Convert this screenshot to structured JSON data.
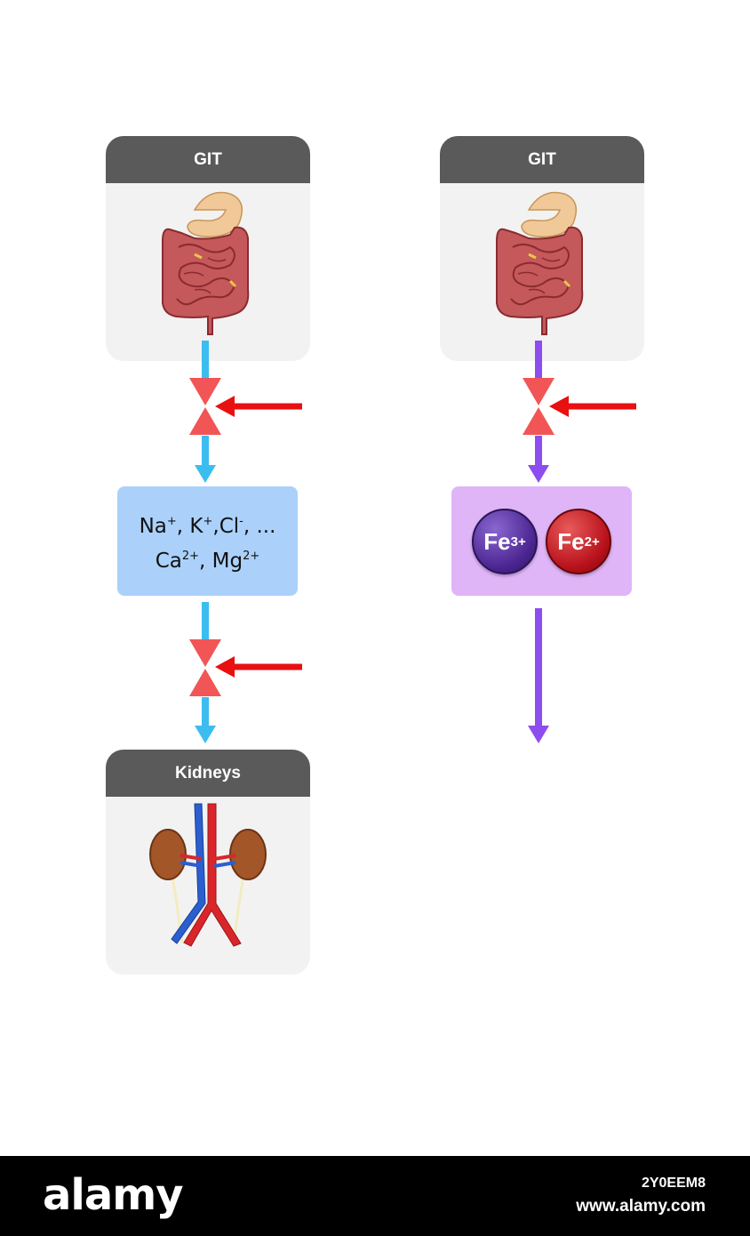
{
  "cards": {
    "git_left": {
      "title": "GIT"
    },
    "git_right": {
      "title": "GIT"
    },
    "kidneys": {
      "title": "Kidneys"
    }
  },
  "electrolytes": {
    "line1": {
      "na": "Na",
      "na_sup": "+",
      "k": ", K",
      "k_sup": "+",
      "cl": ",Cl",
      "cl_sup": "-",
      "tail": ", ..."
    },
    "line2": {
      "ca": "Ca",
      "ca_sup": "2+",
      "mg": ", Mg",
      "mg_sup": "2+"
    }
  },
  "iron": {
    "fe3": {
      "symbol": "Fe",
      "charge": "3+"
    },
    "fe2": {
      "symbol": "Fe",
      "charge": "2+"
    }
  },
  "colors": {
    "electrolyte_flow": "#3cbdf0",
    "iron_flow": "#8d4df0",
    "regulator": "#f25555",
    "inhibitor_arrow": "#e81010"
  },
  "footer": {
    "logo": "alamy",
    "image_id": "2Y0EEM8",
    "url": "www.alamy.com"
  }
}
